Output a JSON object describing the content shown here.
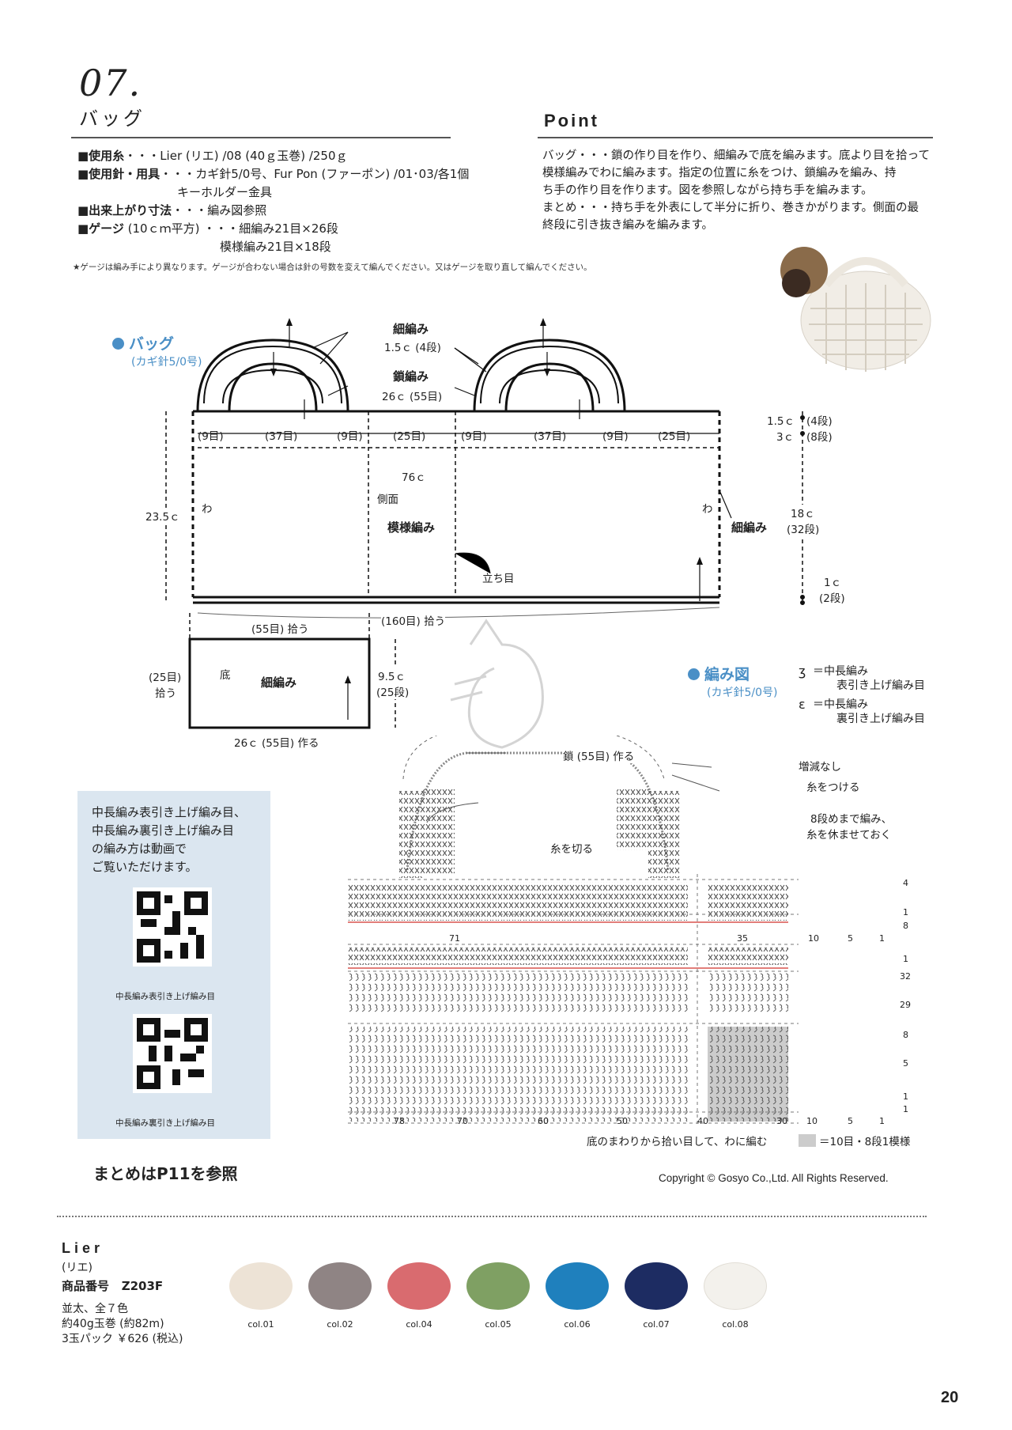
{
  "header": {
    "number": "07.",
    "title": "バッグ"
  },
  "specs": [
    {
      "key": "■使用糸",
      "value": "・・・Lier (リエ) /08 (40ｇ玉巻) /250ｇ"
    },
    {
      "key": "■使用針・用具",
      "value": "・・・カギ針5/0号、Fur Pon (ファーポン) /01･03/各1個"
    },
    {
      "key": "",
      "value": "キーホルダー金具"
    },
    {
      "key": "■出来上がり寸法",
      "value": "・・・編み図参照"
    },
    {
      "key": "■ゲージ",
      "value": " (10ｃｍ平方) ・・・細編み21目×26段"
    },
    {
      "key": "",
      "value": "模様編み21目×18段"
    }
  ],
  "gauge_note": "★ゲージは編み手により異なります。ゲージが合わない場合は針の号数を変えて編んでください。又はゲージを取り直して編んでください。",
  "point": {
    "heading": "Point",
    "lines": [
      "バッグ・・・鎖の作り目を作り、細編みで底を編みます。底より目を拾って",
      "模様編みでわに編みます。指定の位置に糸をつけ、鎖編みを編み、持",
      "ち手の作り目を作ります。図を参照しながら持ち手を編みます。",
      "まとめ・・・持ち手を外表にして半分に折り、巻きかがります。側面の最",
      "終段に引き抜き編みを編みます。"
    ]
  },
  "diagram1": {
    "title": "バッグ",
    "subtitle": "(カギ針5/0号)",
    "handle_label1": "細編み",
    "handle_label1b": "1.5ｃ (4段)",
    "handle_label2": "鎖編み",
    "handle_label2b": "26ｃ (55目)",
    "top_counts": [
      "(9目)",
      "(37目)",
      "(9目)",
      "(25目)",
      "(9目)",
      "(37目)",
      "(9目)",
      "(25目)"
    ],
    "width": "76ｃ",
    "side": "側面",
    "pattern": "模様編み",
    "wa": "わ",
    "sc": "細編み",
    "tachi": "立ち目",
    "height": "23.5ｃ",
    "right_dims": [
      "1.5ｃ",
      "(4段)",
      "3ｃ",
      "(8段)",
      "18ｃ",
      "(32段)",
      "1ｃ",
      "(2段)"
    ],
    "pickup": "(160目) 拾う",
    "base_top": "(55目) 拾う",
    "base_left1": "(25目)",
    "base_left2": "拾う",
    "base_label": "底",
    "base_sc": "細編み",
    "base_h1": "9.5ｃ",
    "base_h2": "(25段)",
    "base_bottom": "26ｃ (55目) 作る"
  },
  "diagram2": {
    "title": "編み図",
    "subtitle": "(カギ針5/0号)",
    "legend": [
      {
        "sym": "ʒ",
        "text1": "＝中長編み",
        "text2": "表引き上げ編み目"
      },
      {
        "sym": "ɛ",
        "text1": "＝中長編み",
        "text2": "裏引き上げ編み目"
      }
    ],
    "chain": "鎖 (55目) 作る",
    "no_change": "増減なし",
    "attach": "糸をつける",
    "rest1": "8段めまで編み、",
    "rest2": "糸を休ませておく",
    "cut": "糸を切る",
    "bottom_note": "底のまわりから拾い目して、わに編む",
    "repeat_note": "＝10目・8段1模様",
    "row_labels": [
      "4",
      "1",
      "8",
      "1",
      "32",
      "29",
      "8",
      "5",
      "1",
      "1"
    ],
    "handle_cols": [
      "71",
      "35",
      "10",
      "5",
      "1"
    ],
    "row_cols": [
      "10",
      "5",
      "1"
    ],
    "bottom_cols": [
      "78",
      "70",
      "60",
      "50",
      "40",
      "30",
      "10",
      "5",
      "1"
    ]
  },
  "qr": {
    "text": [
      "中長編み表引き上げ編み目、",
      "中長編み裏引き上げ編み目",
      "の編み方は動画で",
      "ご覧いただけます。"
    ],
    "cap1": "中長編み表引き上げ編み目",
    "cap2": "中長編み裏引き上げ編み目"
  },
  "summary": "まとめはP11を参照",
  "copyright": "Copyright © Gosyo Co.,Ltd. All Rights Reserved.",
  "yarn": {
    "name": "Lier",
    "kana": "(リエ)",
    "code_label": "商品番号",
    "code": "Z203F",
    "info": [
      "並太、全７色",
      "約40g玉巻 (約82m)",
      "3玉パック ￥626 (税込)"
    ],
    "swatches": [
      {
        "label": "col.01",
        "color": "#ede3d6"
      },
      {
        "label": "col.02",
        "color": "#8f8484"
      },
      {
        "label": "col.04",
        "color": "#d96b6f"
      },
      {
        "label": "col.05",
        "color": "#7fa063"
      },
      {
        "label": "col.06",
        "color": "#1f80bd"
      },
      {
        "label": "col.07",
        "color": "#1d2c62"
      },
      {
        "label": "col.08",
        "color": "#f3f1ec"
      }
    ]
  },
  "page_number": "20"
}
